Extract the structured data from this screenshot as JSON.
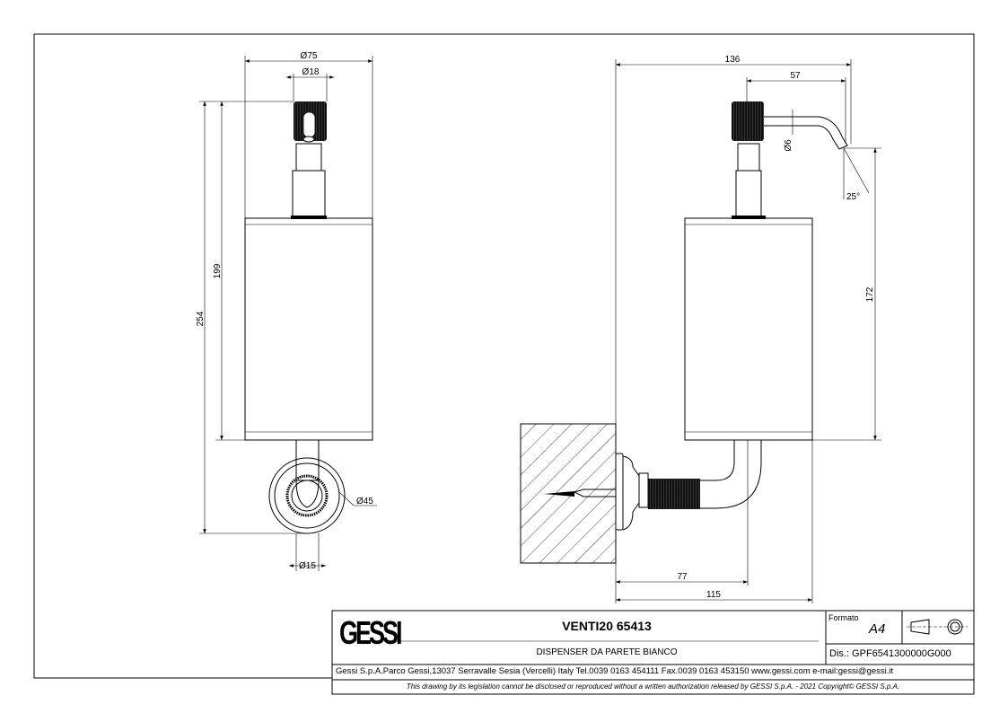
{
  "title_block": {
    "logo": "GESSI",
    "product_title": "VENTI20 65413",
    "description": "DISPENSER DA PARETE BIANCO",
    "format_label": "Formato",
    "format_value": "A4",
    "drawing_number": "Dis.: GPF6541300000G000",
    "address": "Gessi S.p.A.Parco Gessi,13037 Serravalle Sesia (Vercelli) Italy Tel.0039 0163 454111 Fax.0039 0163 453150 www.gessi.com e-mail:gessi@gessi.it",
    "disclaimer": "This drawing by its legislation cannot be disclosed or reproduced without a written authorization released by GESSI S.p.A. - 2021 Copyright© GESSI S.p.A."
  },
  "front_view": {
    "dia_body": "Ø75",
    "dia_knob": "Ø18",
    "height_total": "254",
    "height_body": "199",
    "dia_rosette": "Ø45",
    "dia_pipe": "Ø15"
  },
  "side_view": {
    "depth_total": "136",
    "spout_length": "57",
    "dia_spout": "Ø6",
    "spout_angle": "25°",
    "spout_height": "172",
    "depth_pipe": "77",
    "depth_body": "115"
  }
}
